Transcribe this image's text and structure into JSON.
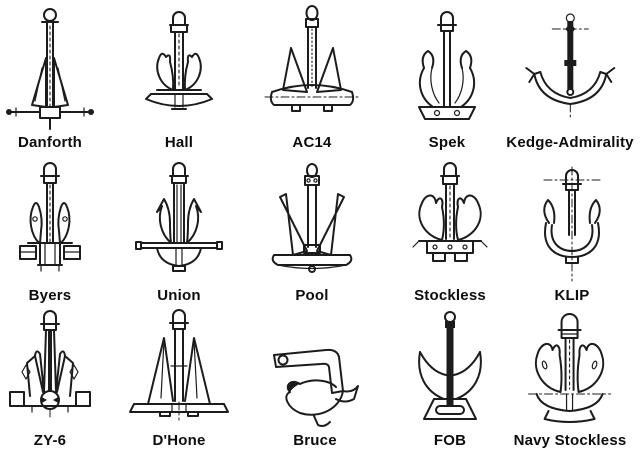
{
  "figure": {
    "background": "#ffffff",
    "ink_color": "#1c1c1c",
    "label_color": "#0d0d0d",
    "rows": 3,
    "columns": 5
  },
  "anchors": [
    {
      "label": "Danforth"
    },
    {
      "label": "Hall"
    },
    {
      "label": "AC14"
    },
    {
      "label": "Spek"
    },
    {
      "label": "Kedge-Admirality"
    },
    {
      "label": "Byers"
    },
    {
      "label": "Union"
    },
    {
      "label": "Pool"
    },
    {
      "label": "Stockless"
    },
    {
      "label": "KLIP"
    },
    {
      "label": "ZY-6"
    },
    {
      "label": "D'Hone"
    },
    {
      "label": "Bruce"
    },
    {
      "label": "FOB"
    },
    {
      "label": "Navy Stockless"
    }
  ]
}
